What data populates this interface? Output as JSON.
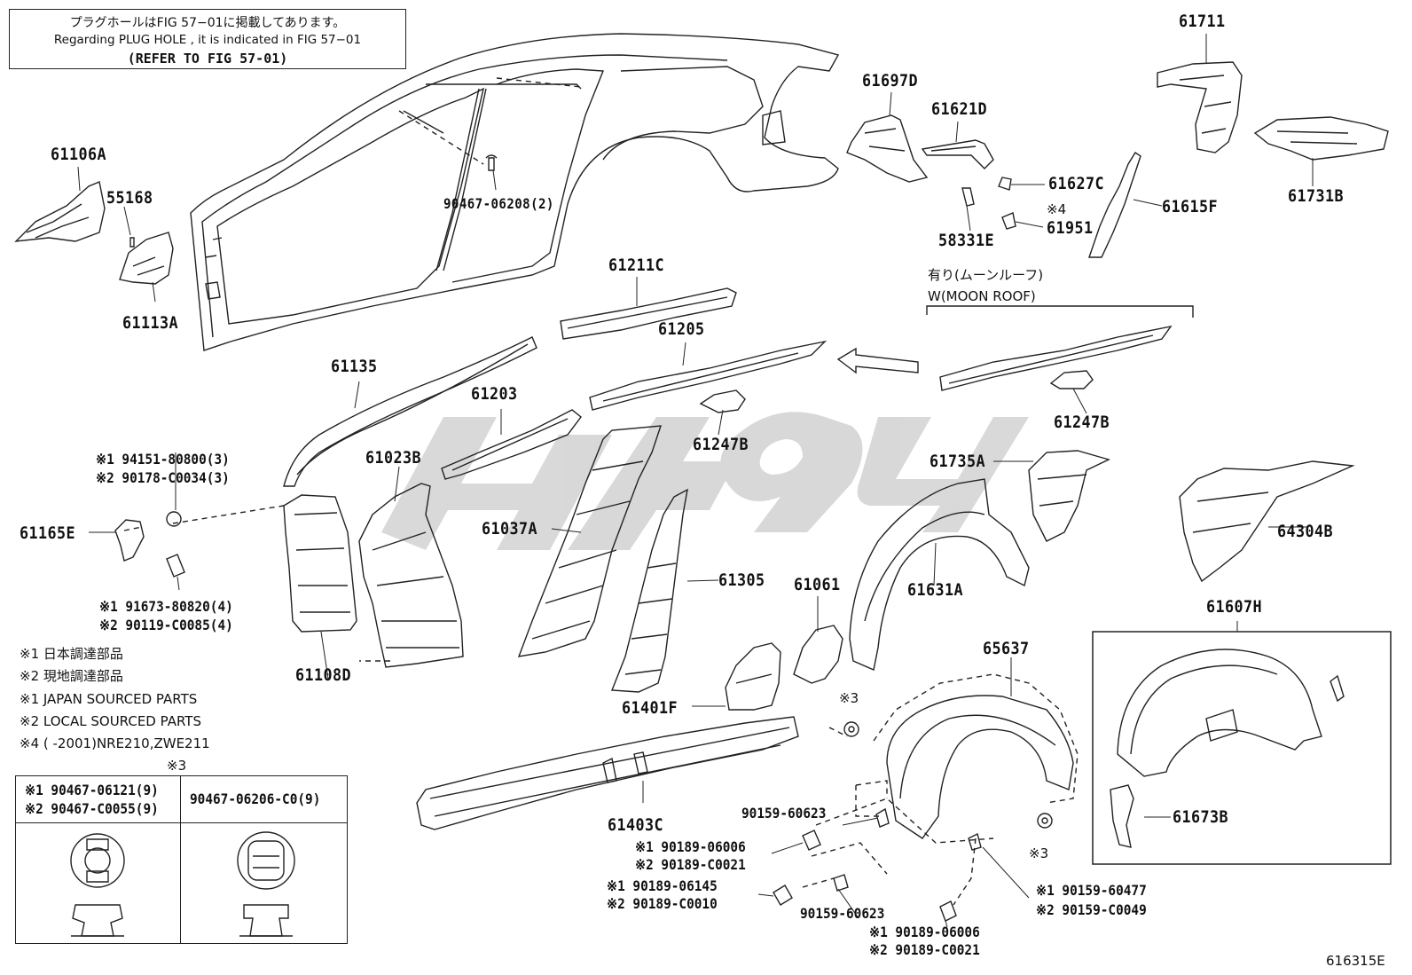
{
  "note": {
    "line_jp": "プラグホールはFIG 57−01に掲載してあります。",
    "line_en": "Regarding  PLUG  HOLE , it is indicated in FIG 57−01",
    "refer": "(REFER TO FIG 57-01)"
  },
  "moon_roof": {
    "jp": "有り(ムーンルーフ)",
    "en": "W(MOON ROOF)"
  },
  "parts": {
    "p61106A": "61106A",
    "p55168": "55168",
    "p61113A": "61113A",
    "p90467_06208": "90467-06208(2)",
    "p61697D": "61697D",
    "p61621D": "61621D",
    "p61627C": "61627C",
    "p58331E": "58331E",
    "p61951": "61951",
    "p61951_mark": "※4",
    "p61711": "61711",
    "p61731B": "61731B",
    "p61615F": "61615F",
    "p61211C": "61211C",
    "p61205": "61205",
    "p61135": "61135",
    "p61203": "61203",
    "p61247B_a": "61247B",
    "p61247B_b": "61247B",
    "p61023B": "61023B",
    "p61037A": "61037A",
    "p61305": "61305",
    "p61061": "61061",
    "p61735A": "61735A",
    "p61631A": "61631A",
    "p64304B": "64304B",
    "p61165E": "61165E",
    "p61108D": "61108D",
    "p61401F": "61401F",
    "p61403C": "61403C",
    "p65637": "65637",
    "p61607H": "61607H",
    "p61673B": "61673B",
    "s94151": "※1 94151-80800(3)",
    "s90178": "※2 90178-C0034(3)",
    "s91673": "※1 91673-80820(4)",
    "s90119": "※2 90119-C0085(4)",
    "mark3_top": "※3",
    "mark3_right": "※3",
    "p90159_60623_a": "90159-60623",
    "p90159_60623_b": "90159-60623",
    "s90189_06006_a": "※1 90189-06006",
    "s90189_C0021_a": "※2 90189-C0021",
    "s90189_06145": "※1 90189-06145",
    "s90189_C0010": "※2 90189-C0010",
    "s90189_06006_b": "※1 90189-06006",
    "s90189_C0021_b": "※2 90189-C0021",
    "s90159_60477": "※1 90159-60477",
    "s90159_C0049": "※2 90159-C0049"
  },
  "legend": {
    "l1": "※1  日本調達部品",
    "l2": "※2  現地調達部品",
    "l3": "※1  JAPAN SOURCED PARTS",
    "l4": "※2  LOCAL SOURCED PARTS",
    "l5": "※4 (       -2001)NRE210,ZWE211"
  },
  "table": {
    "header_mark": "※3",
    "left_1": "※1 90467-06121(9)",
    "left_2": "※2 90467-C0055(9)",
    "right": "90467-06206-C0(9)"
  },
  "figure_code": "616315E",
  "icons": [
    "arrow-left-icon",
    "clip-icon",
    "watermark-logo"
  ]
}
